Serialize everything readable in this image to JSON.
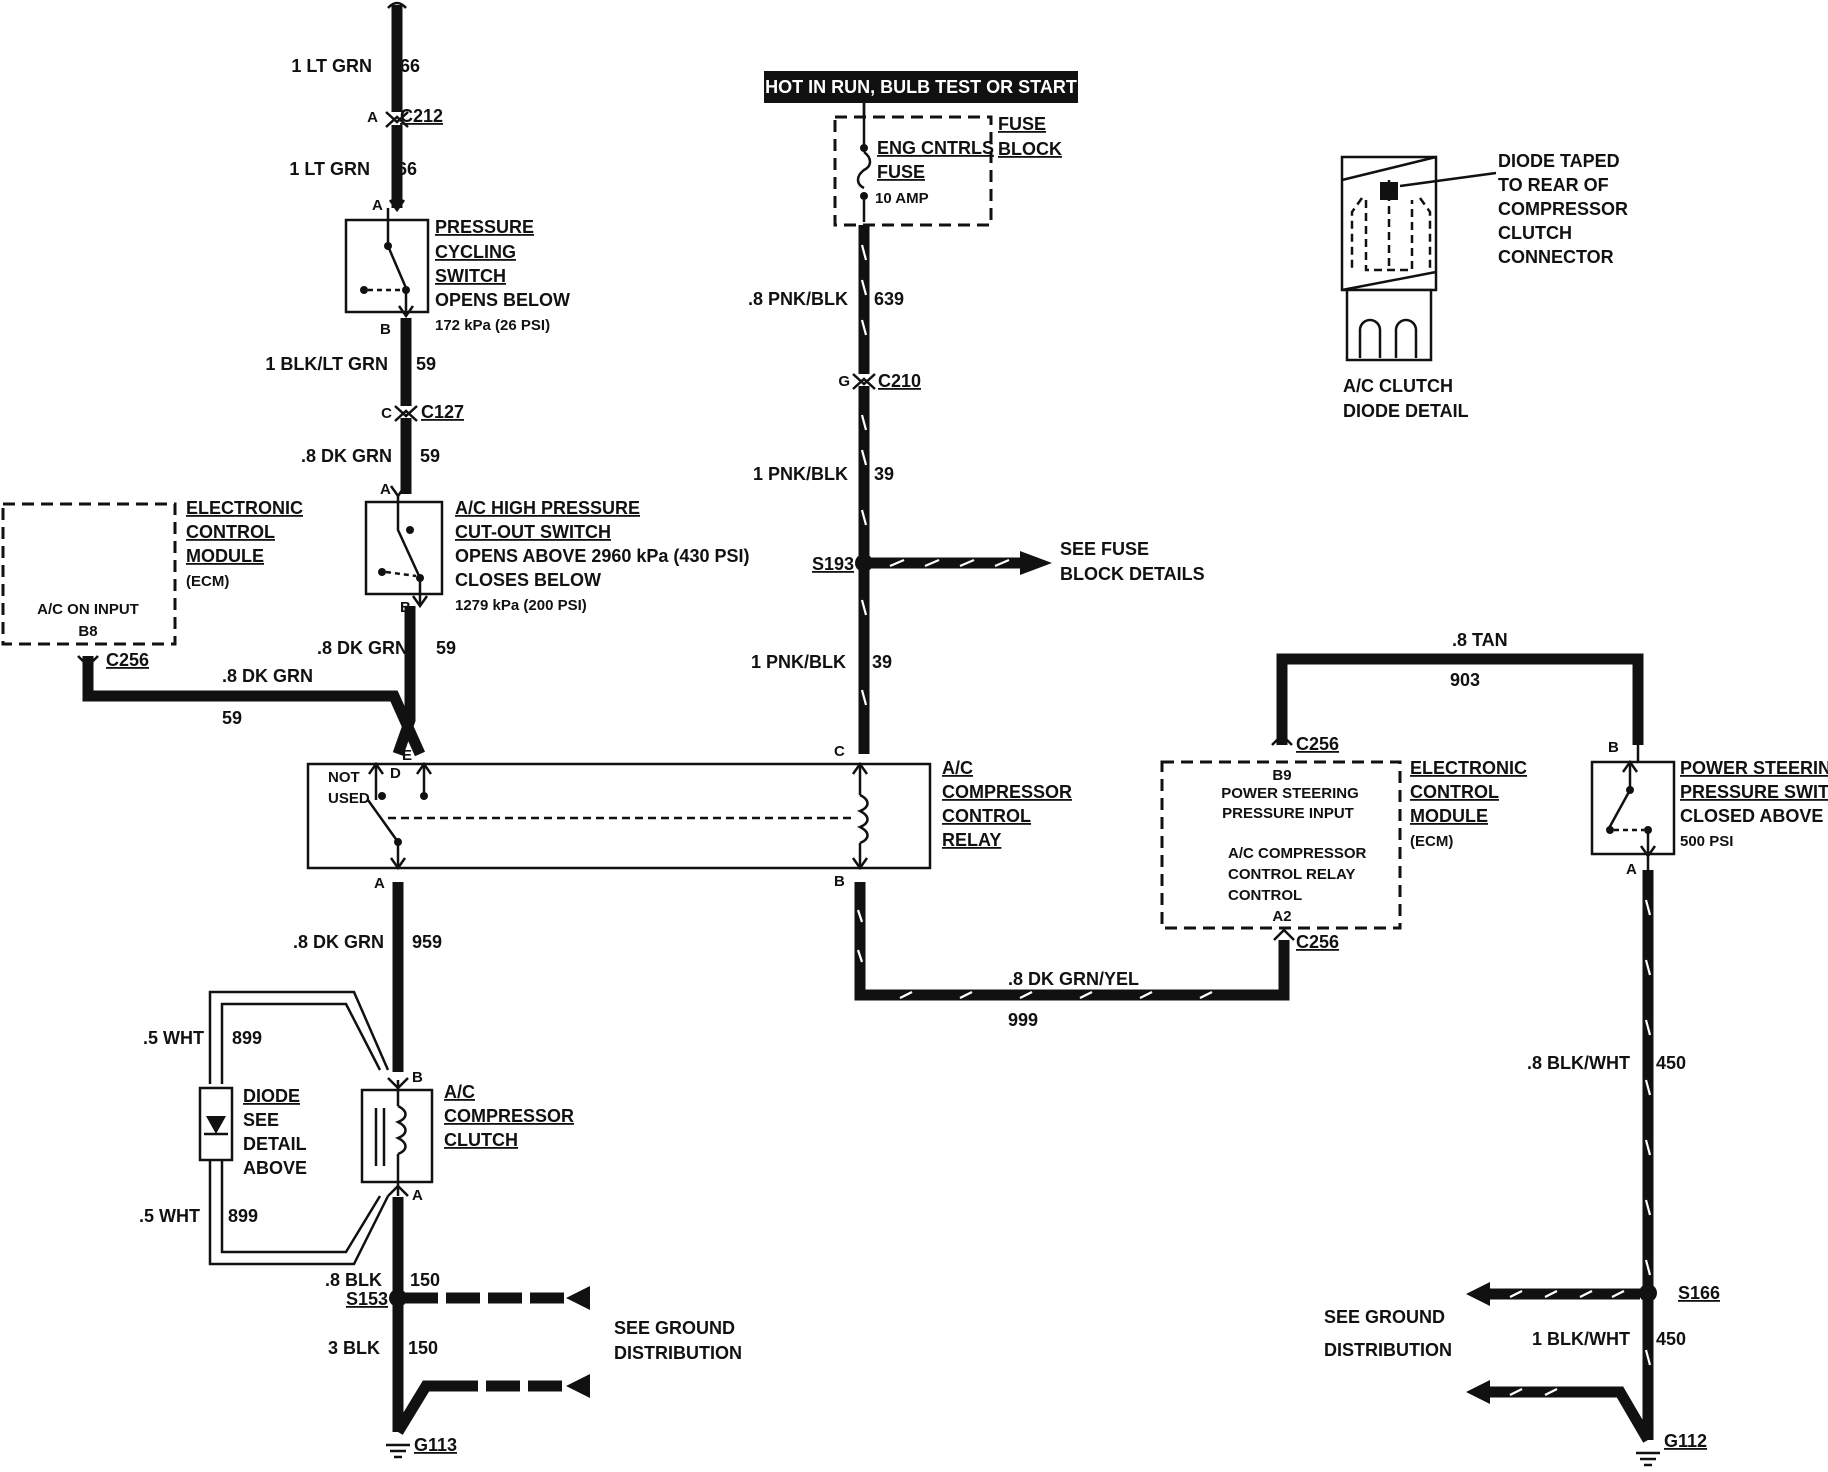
{
  "banner": "HOT IN RUN, BULB TEST OR START",
  "fuse_block": {
    "title_1": "FUSE",
    "title_2": "BLOCK",
    "fuse_name_1": "ENG CNTRLS",
    "fuse_name_2": "FUSE",
    "rating": "10 AMP"
  },
  "diode_detail": {
    "note_1": "DIODE TAPED",
    "note_2": "TO REAR OF",
    "note_3": "COMPRESSOR",
    "note_4": "CLUTCH",
    "note_5": "CONNECTOR",
    "caption_1": "A/C CLUTCH",
    "caption_2": "DIODE DETAIL"
  },
  "components": {
    "pressure_cycling_switch": {
      "line_1": "PRESSURE",
      "line_2": "CYCLING",
      "line_3": "SWITCH",
      "line_4": "OPENS BELOW",
      "line_5": "172 kPa (26 PSI)"
    },
    "high_pressure_switch": {
      "line_1": "A/C HIGH PRESSURE",
      "line_2": "CUT-OUT SWITCH",
      "line_3": "OPENS ABOVE 2960 kPa (430 PSI)",
      "line_4": "CLOSES BELOW",
      "line_5": "1279 kPa (200 PSI)"
    },
    "ecm_left": {
      "line_1": "ELECTRONIC",
      "line_2": "CONTROL",
      "line_3": "MODULE",
      "line_4": "(ECM)",
      "input": "A/C ON INPUT",
      "pin": "B8"
    },
    "relay": {
      "line_1": "A/C",
      "line_2": "COMPRESSOR",
      "line_3": "CONTROL",
      "line_4": "RELAY",
      "not_used_1": "NOT",
      "not_used_2": "USED"
    },
    "ecm_right": {
      "line_1": "ELECTRONIC",
      "line_2": "CONTROL",
      "line_3": "MODULE",
      "line_4": "(ECM)",
      "pin_top": "B9",
      "input_1": "POWER STEERING",
      "input_2": "PRESSURE INPUT",
      "output_1": "A/C COMPRESSOR",
      "output_2": "CONTROL RELAY",
      "output_3": "CONTROL",
      "pin_bottom": "A2"
    },
    "ps_switch": {
      "line_1": "POWER STEERING",
      "line_2": "PRESSURE SWITCH",
      "line_3": "CLOSED ABOVE",
      "line_4": "500 PSI"
    },
    "clutch": {
      "line_1": "A/C",
      "line_2": "COMPRESSOR",
      "line_3": "CLUTCH"
    },
    "diode": {
      "line_1": "DIODE",
      "line_2": "SEE",
      "line_3": "DETAIL",
      "line_4": "ABOVE"
    }
  },
  "wires": {
    "w66_top": {
      "color": "1 LT GRN",
      "circuit": "66"
    },
    "w66_mid": {
      "color": "1 LT GRN",
      "circuit": "66"
    },
    "w59_a": {
      "color": "1 BLK/LT GRN",
      "circuit": "59"
    },
    "w59_b": {
      "color": ".8 DK GRN",
      "circuit": "59"
    },
    "w59_c": {
      "color": ".8 DK GRN",
      "circuit": "59"
    },
    "w59_ecm": {
      "color": ".8 DK GRN",
      "circuit": "59"
    },
    "w639": {
      "color": ".8 PNK/BLK",
      "circuit": "639"
    },
    "w39_a": {
      "color": "1 PNK/BLK",
      "circuit": "39"
    },
    "w39_b": {
      "color": "1 PNK/BLK",
      "circuit": "39"
    },
    "w959": {
      "color": ".8 DK GRN",
      "circuit": "959"
    },
    "w899_top": {
      "color": ".5 WHT",
      "circuit": "899"
    },
    "w899_bottom": {
      "color": ".5 WHT",
      "circuit": "899"
    },
    "w150_a": {
      "color": ".8 BLK",
      "circuit": "150"
    },
    "w150_b": {
      "color": "3 BLK",
      "circuit": "150"
    },
    "w999": {
      "color": ".8 DK GRN/YEL",
      "circuit": "999"
    },
    "w903": {
      "color": ".8 TAN",
      "circuit": "903"
    },
    "w450_a": {
      "color": ".8 BLK/WHT",
      "circuit": "450"
    },
    "w450_b": {
      "color": "1 BLK/WHT",
      "circuit": "450"
    }
  },
  "connectors": {
    "c212": "C212",
    "c212_pin": "A",
    "c127": "C127",
    "c127_pin": "C",
    "c210": "C210",
    "c210_pin": "G",
    "c256_left": "C256",
    "c256_b9": "C256",
    "c256_a2": "C256",
    "pin_pcs_a": "A",
    "pin_pcs_b": "B",
    "pin_hps_a": "A",
    "pin_hps_b": "B",
    "pin_relay_e": "E",
    "pin_relay_d": "D",
    "pin_relay_c": "C",
    "pin_relay_a": "A",
    "pin_relay_b": "B",
    "pin_clutch_b": "B",
    "pin_clutch_a": "A",
    "pin_ps_b": "B",
    "pin_ps_a": "A"
  },
  "splices": {
    "s193": "S193",
    "s153": "S153",
    "s166": "S166"
  },
  "grounds": {
    "g113": "G113",
    "g112": "G112"
  },
  "notes": {
    "see_fuse_1": "SEE FUSE",
    "see_fuse_2": "BLOCK DETAILS",
    "ground_left_1": "SEE GROUND",
    "ground_left_2": "DISTRIBUTION",
    "ground_right_1": "SEE GROUND",
    "ground_right_2": "DISTRIBUTION"
  }
}
